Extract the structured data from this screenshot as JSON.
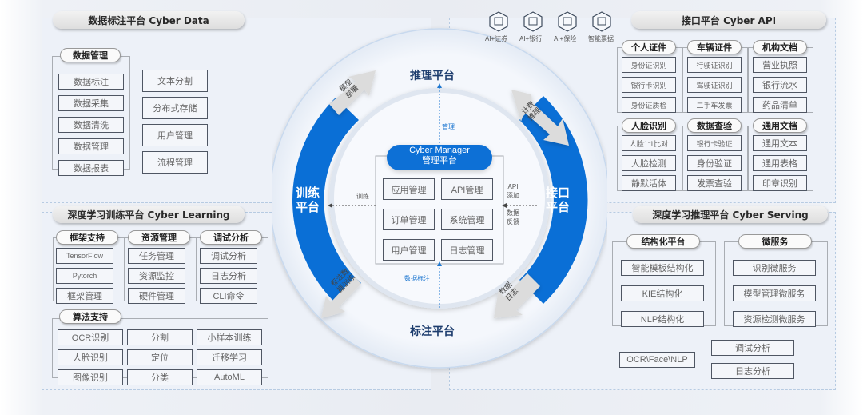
{
  "panels": {
    "data": {
      "title": "数据标注平台 Cyber Data",
      "group_title": "数据管理",
      "group_items": [
        "数据标注",
        "数据采集",
        "数据清洗",
        "数据管理",
        "数据报表"
      ],
      "side_items": [
        "文本分割",
        "分布式存储",
        "用户管理",
        "流程管理"
      ]
    },
    "api": {
      "title": "接口平台 Cyber API",
      "icons": [
        {
          "icon": "monitor-chart-icon",
          "label": "AI+证券"
        },
        {
          "icon": "bank-icon",
          "label": "AI+银行"
        },
        {
          "icon": "heart-shield-icon",
          "label": "AI+保险"
        },
        {
          "icon": "ticket-icon",
          "label": "智能票据"
        }
      ],
      "groups": [
        {
          "title": "个人证件",
          "items": [
            "身份证识别",
            "银行卡识别",
            "身份证质检"
          ]
        },
        {
          "title": "车辆证件",
          "items": [
            "行驶证识别",
            "驾驶证识别",
            "二手车发票"
          ]
        },
        {
          "title": "机构文档",
          "items": [
            "营业执照",
            "银行流水",
            "药品清单"
          ]
        },
        {
          "title": "人脸识别",
          "items": [
            "人脸1:1比对",
            "人脸检测",
            "静默活体"
          ]
        },
        {
          "title": "数据查验",
          "items": [
            "银行卡验证",
            "身份验证",
            "发票查验"
          ]
        },
        {
          "title": "通用文档",
          "items": [
            "通用文本",
            "通用表格",
            "印章识别"
          ]
        }
      ]
    },
    "learning": {
      "title": "深度学习训练平台 Cyber Learning",
      "groups": [
        {
          "title": "框架支持",
          "items": [
            "TensorFlow",
            "Pytorch",
            "框架管理"
          ]
        },
        {
          "title": "资源管理",
          "items": [
            "任务管理",
            "资源监控",
            "硬件管理"
          ]
        },
        {
          "title": "调试分析",
          "items": [
            "调试分析",
            "日志分析",
            "CLI命令"
          ]
        }
      ],
      "algo_title": "算法支持",
      "algo_items": [
        "OCR识别",
        "分割",
        "小样本训练",
        "人脸识别",
        "定位",
        "迁移学习",
        "图像识别",
        "分类",
        "AutoML"
      ]
    },
    "serving": {
      "title": "深度学习推理平台 Cyber Serving",
      "groups": [
        {
          "title": "结构化平台",
          "items": [
            "智能模板结构化",
            "KIE结构化",
            "NLP结构化"
          ]
        },
        {
          "title": "微服务",
          "items": [
            "识别微服务",
            "模型管理微服务",
            "资源检测微服务"
          ]
        }
      ],
      "extra": [
        "OCR\\Face\\NLP",
        "调试分析",
        "日志分析"
      ]
    }
  },
  "ring": {
    "top": "推理平台",
    "bottom": "标注平台",
    "left": "训练\n平台",
    "right": "接口\n平台",
    "arrows": [
      "模型\n部署",
      "计费\n推理",
      "标注数\n据训练",
      "数据\n日志"
    ]
  },
  "center": {
    "title_line1": "Cyber Manager",
    "title_line2": "管理平台",
    "items": [
      "应用管理",
      "API管理",
      "订单管理",
      "系统管理",
      "用户管理",
      "日志管理"
    ],
    "labels": {
      "top": "管理",
      "bottom": "数据标注",
      "left": "训练",
      "right_top": "API\n添加",
      "right_bottom": "数据\n反馈"
    }
  },
  "colors": {
    "accent": "#0a6fd6",
    "title_text": "#1d3d6e",
    "panel_bg": "#edf1f8"
  }
}
